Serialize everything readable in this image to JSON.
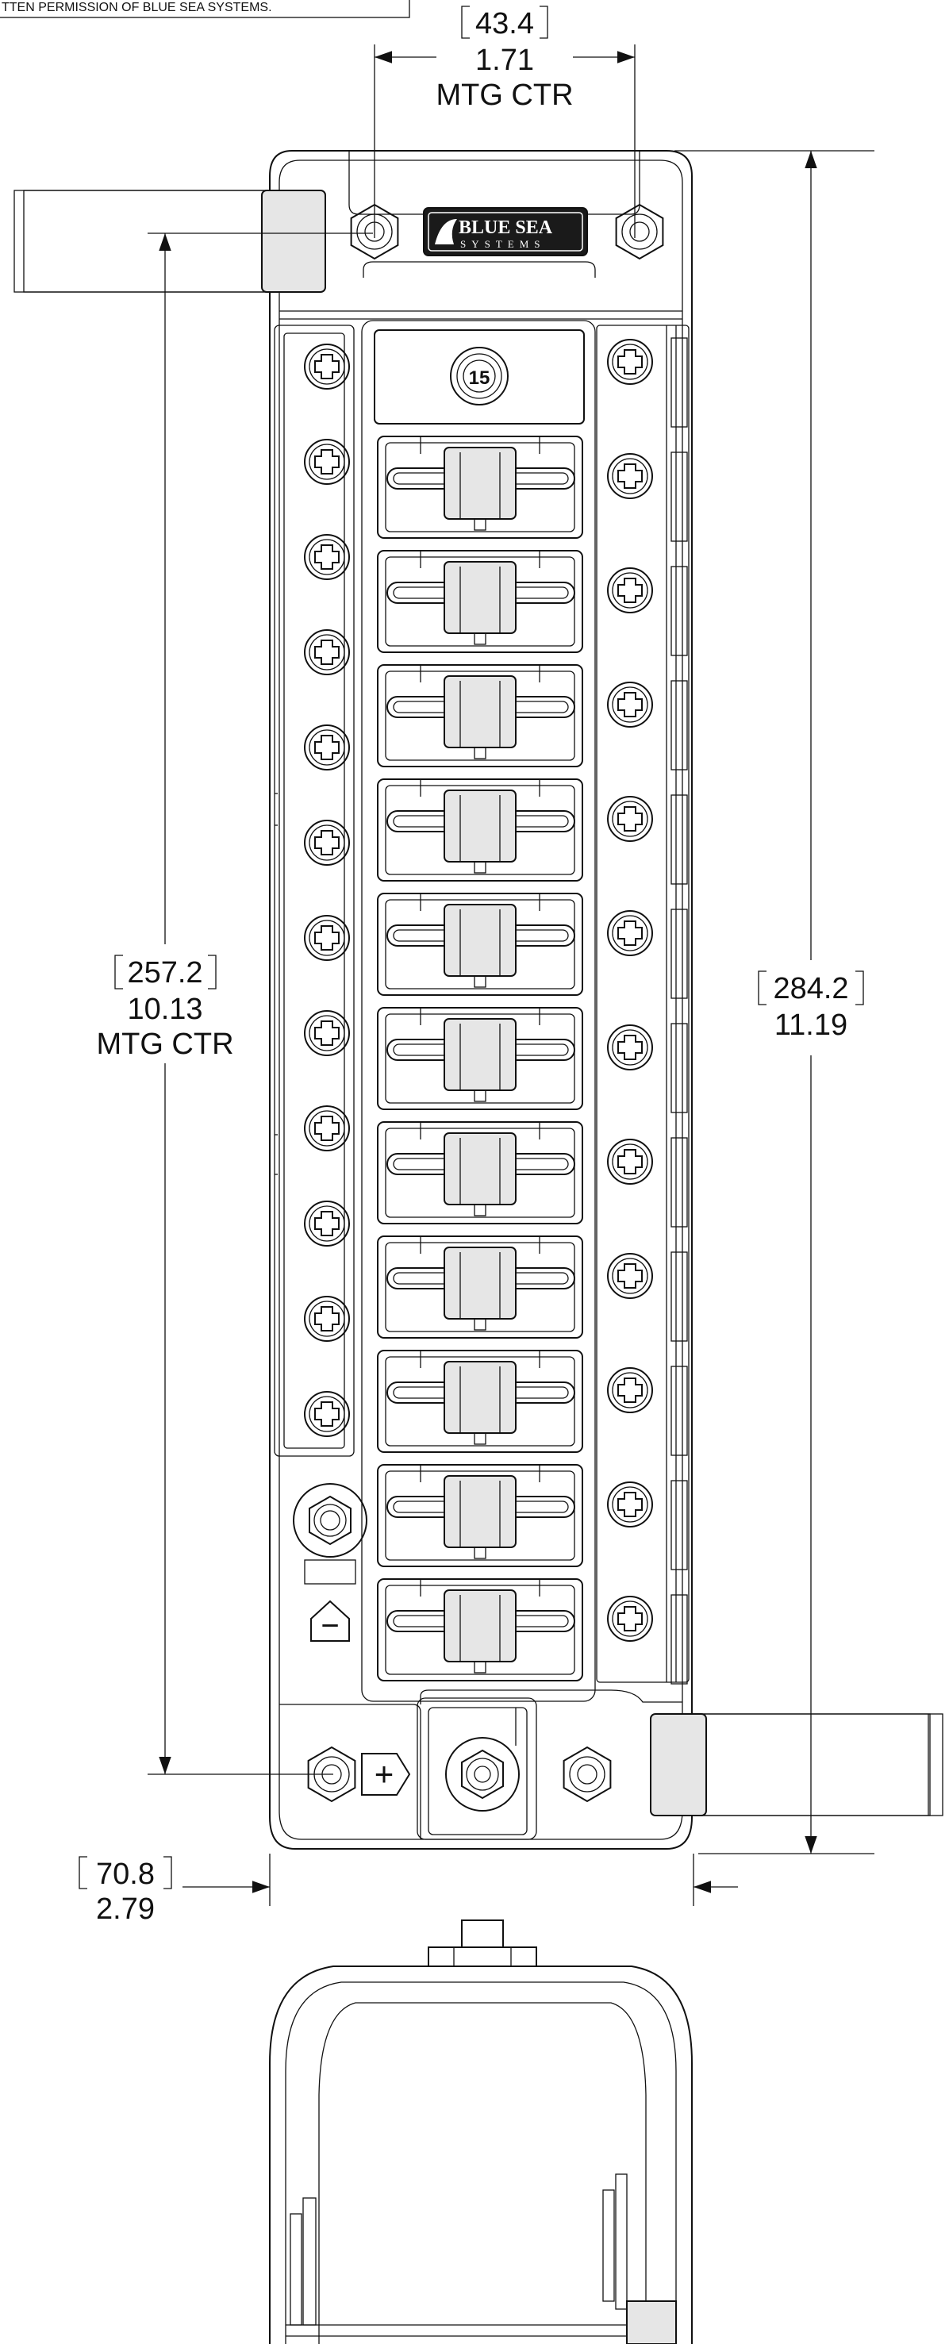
{
  "notice": "TTEN PERMISSION OF BLUE SEA SYSTEMS.",
  "brand": {
    "name": "BLUE SEA",
    "sub": "SYSTEMS"
  },
  "fuse_block": {
    "left_screw_count": 12,
    "right_screw_count": 12,
    "fuse_count": 11,
    "cover_number": "15"
  },
  "polarity": {
    "negative": "−",
    "positive": "+"
  },
  "dimensions": {
    "top_width": {
      "mm": "43.4",
      "in": "1.71",
      "note": "MTG CTR"
    },
    "left_height": {
      "mm": "257.2",
      "in": "10.13",
      "note": "MTG CTR"
    },
    "right_height": {
      "mm": "284.2",
      "in": "11.19"
    },
    "bottom_width": {
      "mm": "70.8",
      "in": "2.79"
    }
  },
  "colors": {
    "line": "#111111",
    "part_fill": "#e6e6e6",
    "label_fill": "#1a1a1a"
  }
}
